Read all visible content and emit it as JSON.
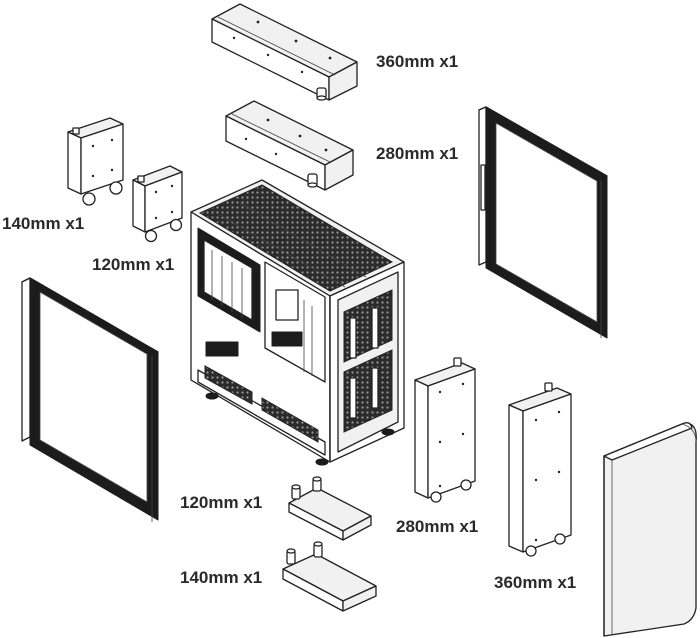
{
  "labels": {
    "top_radiator_360": "360mm x1",
    "top_radiator_280": "280mm x1",
    "reservoir_140": "140mm x1",
    "reservoir_120": "120mm x1",
    "waterblock_120": "120mm x1",
    "waterblock_140": "140mm x1",
    "front_radiator_280": "280mm x1",
    "front_radiator_360": "360mm x1"
  },
  "colors": {
    "line": "#222222",
    "label": "#2a2a2a",
    "panel_frame": "#1c1c1c"
  }
}
